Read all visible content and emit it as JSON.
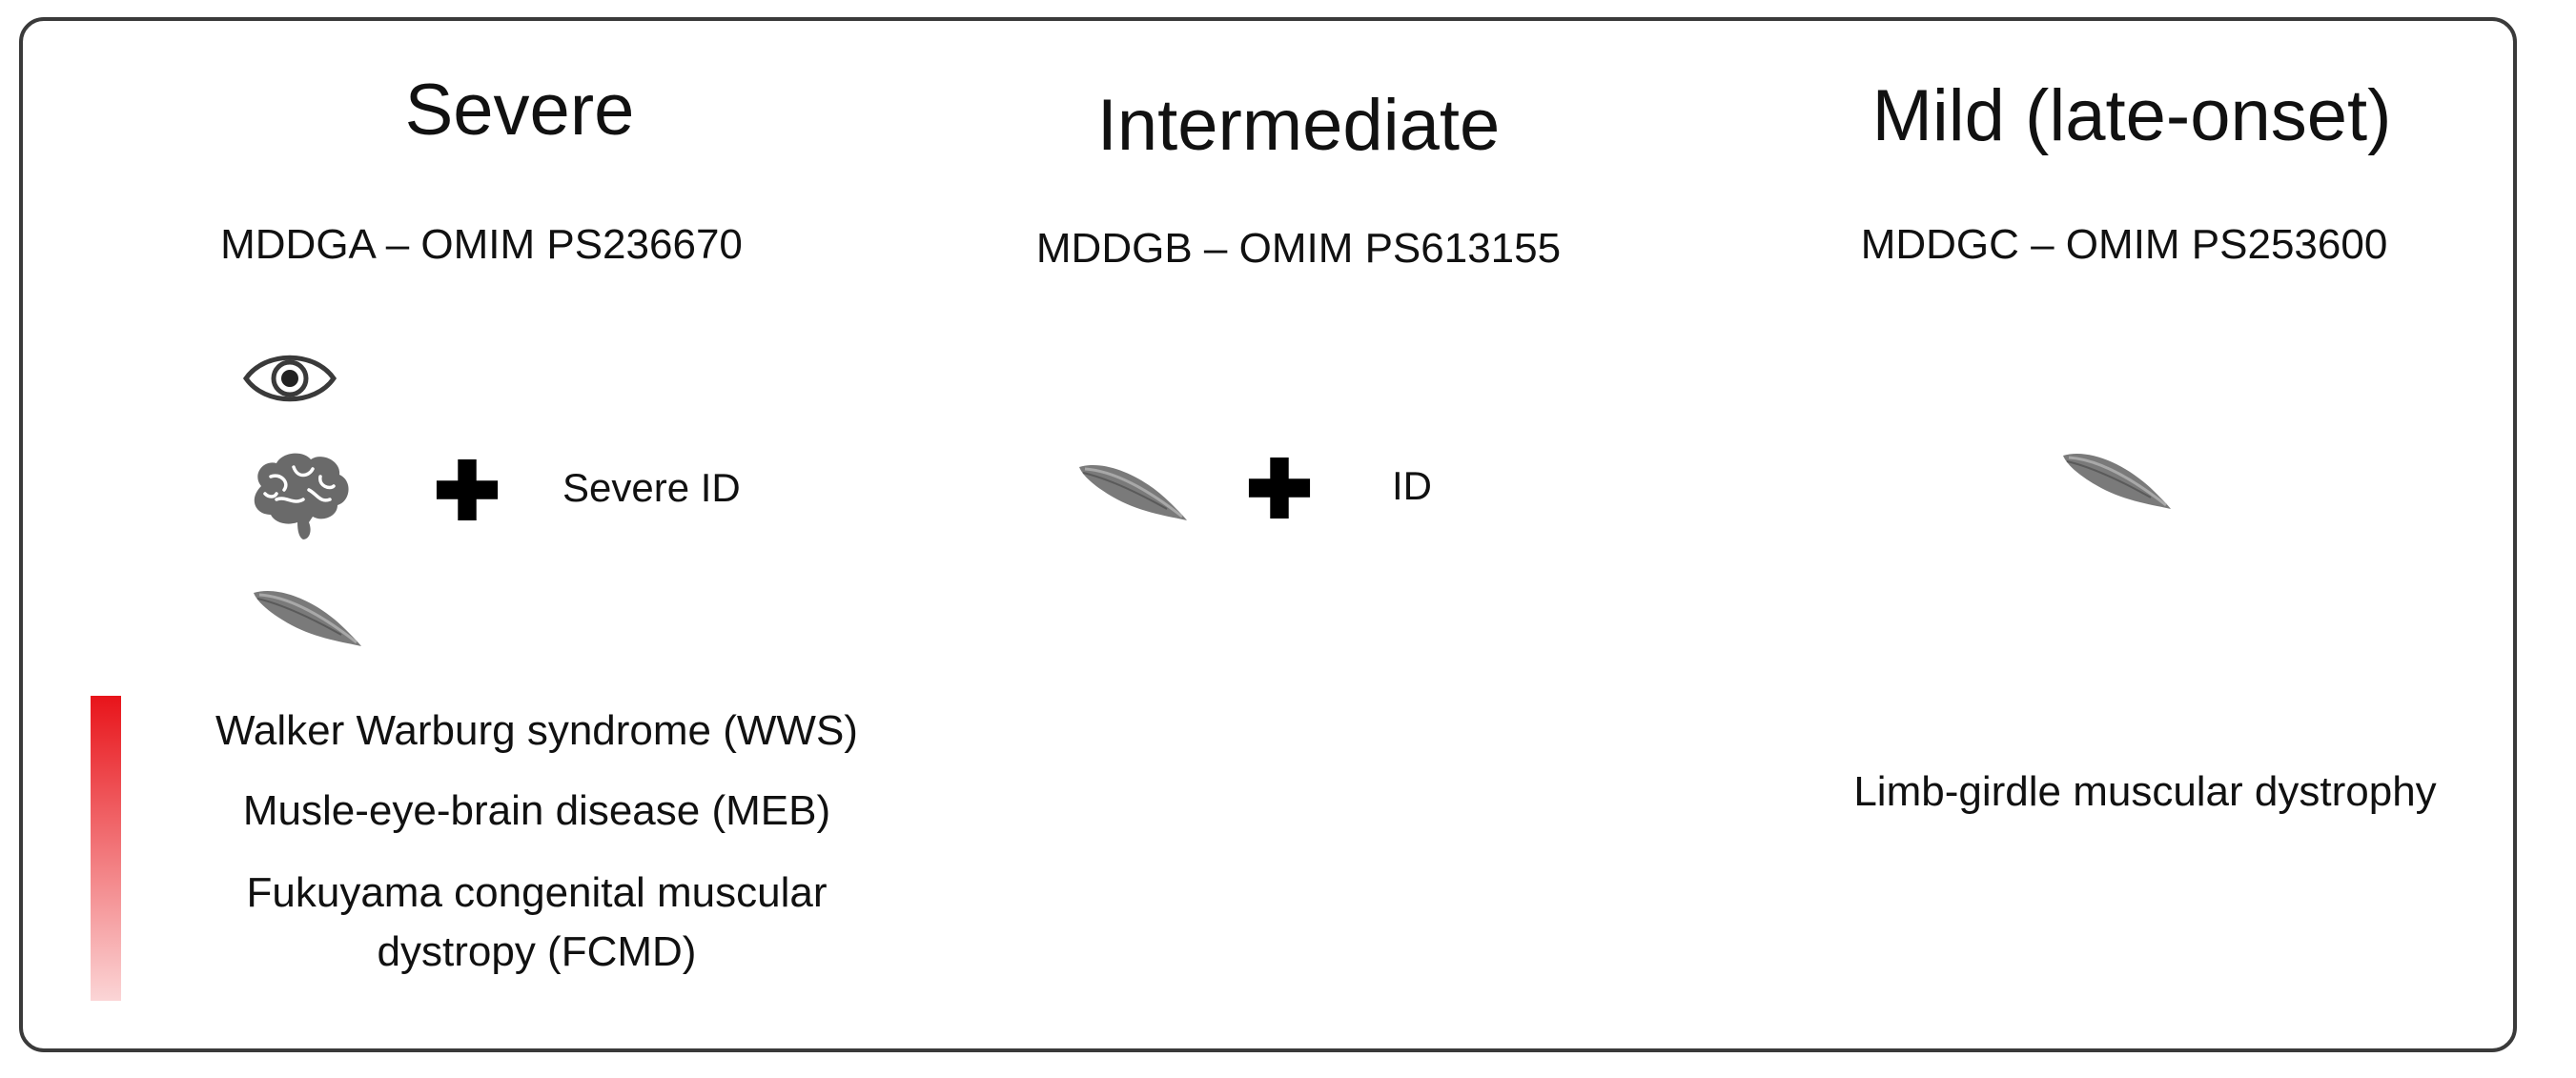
{
  "columns": [
    {
      "title": "Severe",
      "omim": "MDDGA – OMIM PS236670",
      "icons": [
        "eye-icon",
        "brain-icon",
        "plus-icon",
        "muscle-icon"
      ],
      "plus_label": "Severe ID",
      "diseases": [
        "Walker Warburg syndrome (WWS)",
        "Musle-eye-brain disease (MEB)",
        "Fukuyama congenital muscular",
        "dystropy (FCMD)"
      ],
      "severity_gradient": {
        "from_color": "#e8141a",
        "to_color": "#fbd5d6"
      }
    },
    {
      "title": "Intermediate",
      "omim": "MDDGB – OMIM PS613155",
      "icons": [
        "muscle-icon",
        "plus-icon"
      ],
      "plus_label": "ID"
    },
    {
      "title": "Mild (late-onset)",
      "omim": "MDDGC – OMIM PS253600",
      "icons": [
        "muscle-icon"
      ],
      "diseases": [
        "Limb-girdle muscular dystrophy"
      ]
    }
  ]
}
